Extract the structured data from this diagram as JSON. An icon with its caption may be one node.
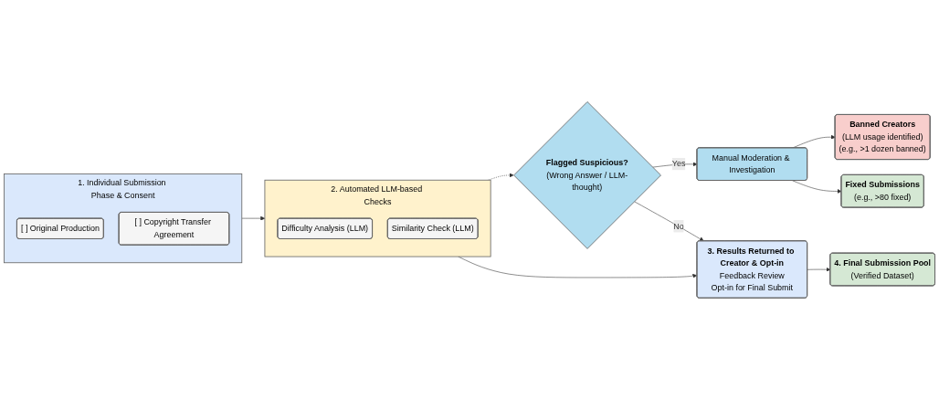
{
  "diagram": {
    "nodes": [
      {
        "text": [
          "1. Individual Submission Phase & Consent"
        ]
      },
      {
        "text": [
          "[ ] Original Production"
        ],
        "in": 0
      },
      {
        "text": [
          "[ ] Copyright Transfer Agreement"
        ],
        "in": 0
      },
      {
        "text": [
          "2. Automated LLM-based Checks"
        ]
      },
      {
        "text": [
          "Difficulty Analysis (LLM)"
        ],
        "in": 3
      },
      {
        "text": [
          "Similarity Check (LLM)"
        ],
        "in": 3
      },
      {
        "text": [
          "Flagged Suspicious?",
          "(Wrong Answer / LLM-thought)"
        ]
      },
      {
        "text": [
          "Manual Moderation & Investigation"
        ]
      },
      {
        "text": [
          "Banned Creators",
          "(LLM usage identified)",
          "(e.g., >1 dozen banned)"
        ]
      },
      {
        "text": [
          "Fixed Submissions",
          "(e.g., >80 fixed)"
        ]
      },
      {
        "text": [
          "3. Results Returned to Creator & Opt-in",
          "Feedback Review",
          "Opt-in for Final Submit"
        ]
      },
      {
        "text": [
          "4. Final Submission Pool",
          "(Verified Dataset)"
        ]
      }
    ],
    "edges": [
      {
        "from": 0,
        "to": 3,
        "arrow": "to"
      },
      {
        "from": 3,
        "to": 6,
        "arrow": "to",
        "style": "dashed"
      },
      {
        "from": 6,
        "to": 7,
        "arrow": "to",
        "label": "Yes"
      },
      {
        "from": 7,
        "to": 8,
        "arrow": "to"
      },
      {
        "from": 7,
        "to": 9,
        "arrow": "to"
      },
      {
        "from": 6,
        "to": 10,
        "arrow": "to",
        "label": "No"
      },
      {
        "from": 3,
        "to": 10,
        "arrow": "to"
      },
      {
        "from": 10,
        "to": 11,
        "arrow": "to"
      }
    ]
  }
}
